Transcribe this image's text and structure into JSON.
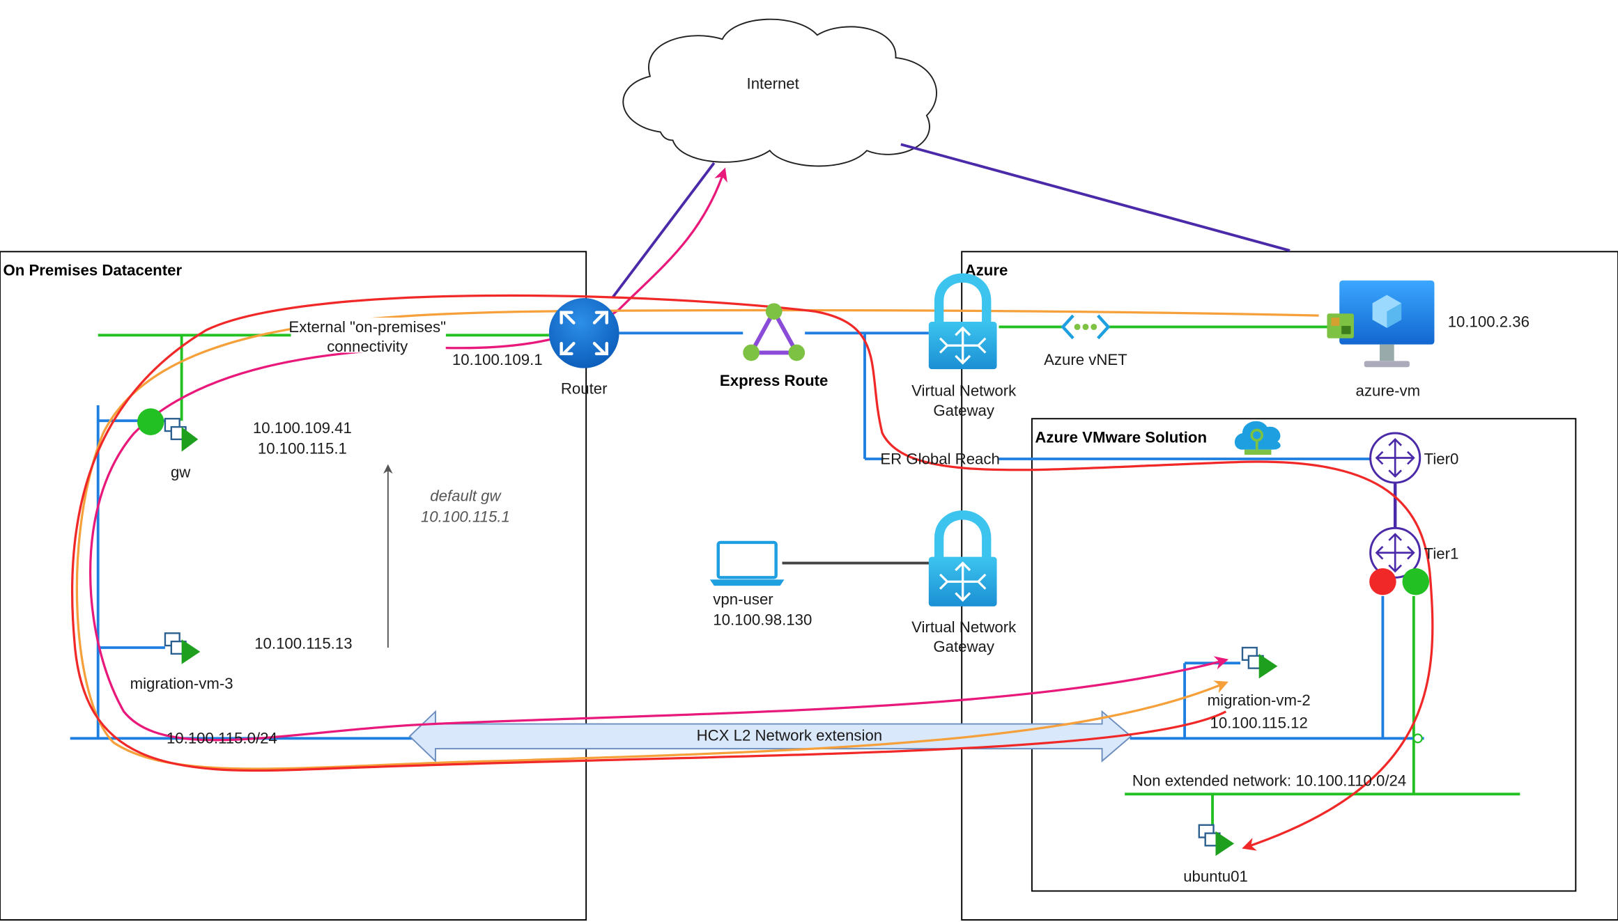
{
  "zones": {
    "on_prem": "On Premises Datacenter",
    "azure": "Azure",
    "avs": "Azure VMware Solution"
  },
  "cloud": {
    "internet": "Internet"
  },
  "labels": {
    "external_line1": "External \"on-premises\"",
    "external_line2": "connectivity",
    "router_ip": "10.100.109.1",
    "router": "Router",
    "express_route": "Express Route",
    "vng_line1": "Virtual Network",
    "vng_line2": "Gateway",
    "vnet": "Azure vNET",
    "azure_vm": "azure-vm",
    "azure_vm_ip": "10.100.2.36",
    "gw": "gw",
    "gw_ip1": "10.100.109.41",
    "gw_ip2": "10.100.115.1",
    "default_gw_line1": "default gw",
    "default_gw_line2": "10.100.115.1",
    "er_global_reach": "ER Global Reach",
    "tier0": "Tier0",
    "tier1": "Tier1",
    "vpn_user": "vpn-user",
    "vpn_user_ip": "10.100.98.130",
    "migration_vm_3": "migration-vm-3",
    "migration_vm_3_ip": "10.100.115.13",
    "migration_vm_2": "migration-vm-2",
    "migration_vm_2_ip": "10.100.115.12",
    "subnet": "10.100.115.0/24",
    "hcx": "HCX L2 Network extension",
    "non_extended": "Non extended network: 10.100.110.0/24",
    "ubuntu": "ubuntu01"
  },
  "colors": {
    "lan_blue": "#1e7fe0",
    "green": "#22c022",
    "purple": "#4a2aa8",
    "red": "#f02828",
    "orange": "#f5a03a",
    "pink": "#e8197a",
    "azure_blue": "#1e9fe0"
  }
}
